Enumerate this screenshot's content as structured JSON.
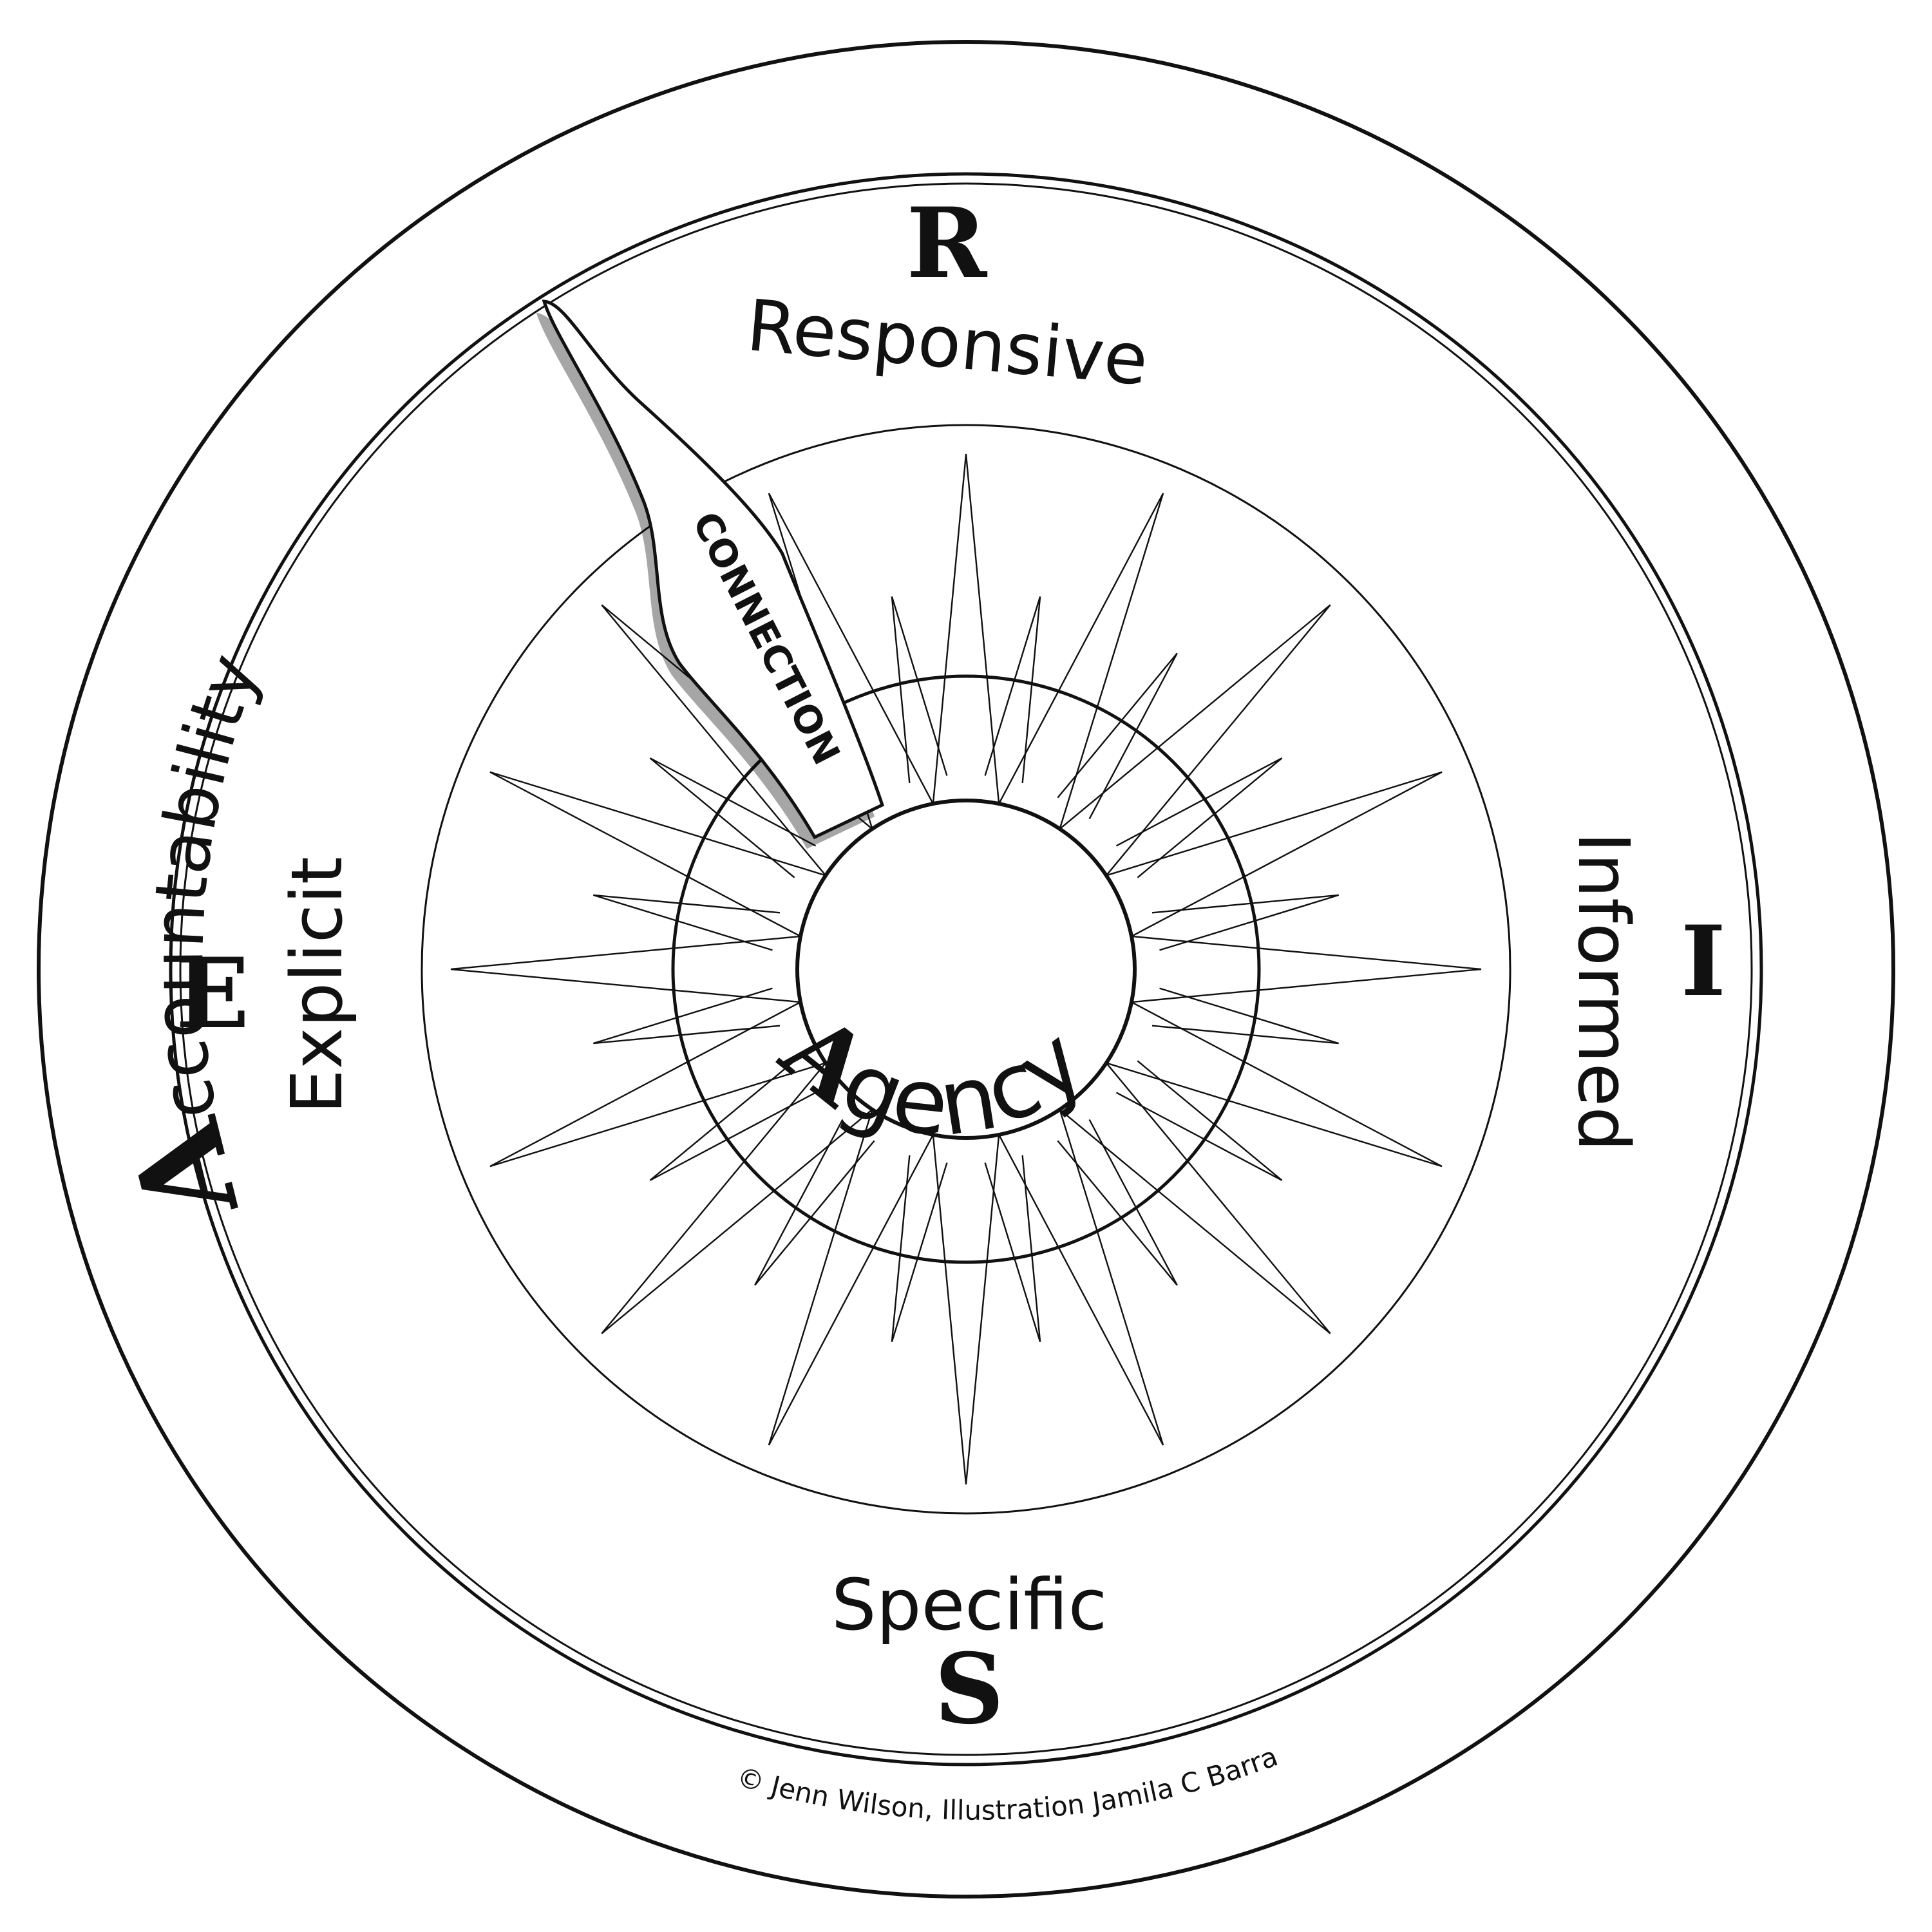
{
  "outer_ring": {
    "label_initial": "A",
    "label_rest": "ccountability"
  },
  "compass": {
    "north": {
      "letter": "R",
      "word": "Responsive"
    },
    "east": {
      "letter": "I",
      "word": "Informed"
    },
    "south": {
      "letter": "S",
      "word": "Specific"
    },
    "west": {
      "letter": "E",
      "word": "Explicit"
    }
  },
  "needle": {
    "label": "CONNECTION"
  },
  "center": {
    "label_initial": "A",
    "label_rest": "gency"
  },
  "copyright": "© Jenn Wilson, Illustration Jamila C Barra",
  "colors": {
    "ink": "#111111",
    "background": "#ffffff"
  },
  "star": {
    "long_points": 16,
    "short_points": 16
  }
}
